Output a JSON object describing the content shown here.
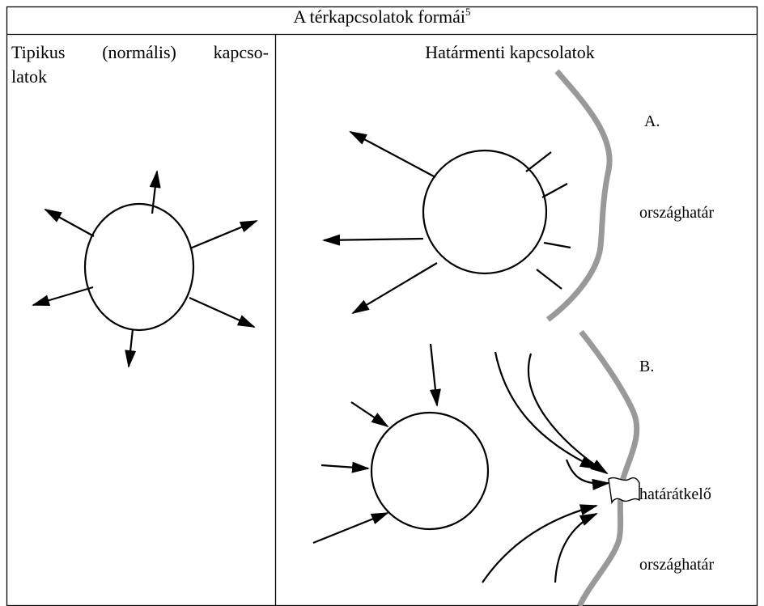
{
  "title": {
    "text": "A térkapcsolatok formái",
    "footnote": "5"
  },
  "left_column": {
    "heading_line1": "Tipikus (normális) kapcso-",
    "heading_line2": "latok"
  },
  "right_column": {
    "heading": "Határmenti kapcsolatok",
    "label_a": "A.",
    "label_a_border": "országhatár",
    "label_b": "B.",
    "label_crossing": "határátkelő",
    "label_b_border": "országhatár"
  },
  "colors": {
    "border_line": "#999999",
    "stroke": "#000000",
    "background": "#ffffff"
  }
}
